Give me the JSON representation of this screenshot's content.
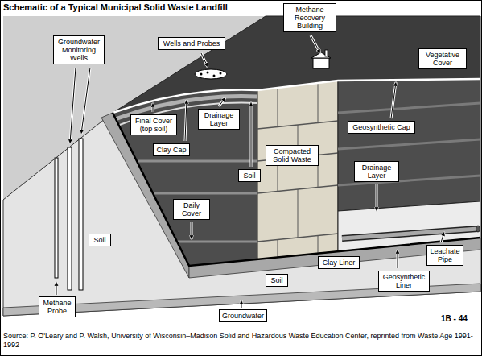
{
  "diagram": {
    "title": "Schematic of a Typical Municipal Solid Waste Landfill",
    "caption": "Source: P. O'Leary and P. Walsh, University of Wisconsin–Madison Solid and Hazardous Waste Education Center, reprinted from Waste Age 1991-1992",
    "nodes": [
      {
        "text": [
          "Methane Recovery Building"
        ]
      },
      {
        "text": [
          "Groundwater Monitoring Wells"
        ]
      },
      {
        "text": [
          "Wells and Probes"
        ]
      },
      {
        "text": [
          "Vegetative Cover"
        ]
      },
      {
        "text": [
          "Final Cover (top soil)"
        ]
      },
      {
        "text": [
          "Drainage Layer"
        ]
      },
      {
        "text": [
          "Geosynthetic Cap"
        ]
      },
      {
        "text": [
          "Clay Cap"
        ]
      },
      {
        "text": [
          "Compacted Solid Waste"
        ]
      },
      {
        "text": [
          "Drainage Layer"
        ]
      },
      {
        "text": [
          "Soil"
        ]
      },
      {
        "text": [
          "Daily Cover"
        ]
      },
      {
        "text": [
          "Soil"
        ]
      },
      {
        "text": [
          "Leachate Pipe"
        ]
      },
      {
        "text": [
          "Clay Liner"
        ]
      },
      {
        "text": [
          "Soil"
        ]
      },
      {
        "text": [
          "Geosynthetic Liner"
        ]
      },
      {
        "text": [
          "Methane Probe"
        ]
      },
      {
        "text": [
          "Groundwater"
        ]
      }
    ],
    "labels": [
      "1B - 44"
    ]
  }
}
